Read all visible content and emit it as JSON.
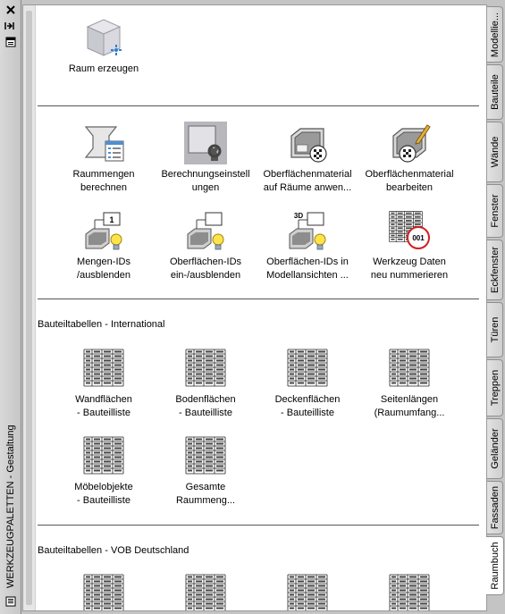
{
  "palette": {
    "title": "WERKZEUGPALETTEN - Gestaltung"
  },
  "tabs": [
    {
      "label": "Modellie...",
      "active": false
    },
    {
      "label": "Bauteile",
      "active": false
    },
    {
      "label": "Wände",
      "active": false
    },
    {
      "label": "Fenster",
      "active": false
    },
    {
      "label": "Eckfenster",
      "active": false
    },
    {
      "label": "Türen",
      "active": false
    },
    {
      "label": "Treppen",
      "active": false
    },
    {
      "label": "Geländer",
      "active": false
    },
    {
      "label": "Fassaden",
      "active": false
    },
    {
      "label": "Raumbuch",
      "active": true
    }
  ],
  "section1": {
    "tools": [
      {
        "label": "Raum erzeugen",
        "icon": "space-cube-icon"
      }
    ]
  },
  "section2": {
    "tools": [
      {
        "label": "Raummengen\nberechnen",
        "icon": "space-calculation-icon"
      },
      {
        "label": "Berechnungseinstell\nungen",
        "icon": "calculation-settings-icon"
      },
      {
        "label": "Oberflächenmaterial\nauf Räume anwen...",
        "icon": "apply-surface-material-icon"
      },
      {
        "label": "Oberflächenmaterial\nbearbeiten",
        "icon": "edit-surface-material-icon"
      },
      {
        "label": "Mengen-IDs\n/ausblenden",
        "icon": "quantity-ids-icon",
        "badge": "1"
      },
      {
        "label": "Oberflächen-IDs\nein-/ausblenden",
        "icon": "surface-ids-icon",
        "badge": ""
      },
      {
        "label": "Oberflächen-IDs in\nModellansichten ...",
        "icon": "surface-ids-3d-icon",
        "badge": "3D"
      },
      {
        "label": "Werkzeug Daten\nneu nummerieren",
        "icon": "renumber-data-icon",
        "badge": "001"
      }
    ]
  },
  "section3": {
    "heading": "Bauteiltabellen - International",
    "tools": [
      {
        "label": "Wandflächen\n- Bauteilliste",
        "icon": "schedule-table-icon"
      },
      {
        "label": "Bodenflächen\n- Bauteilliste",
        "icon": "schedule-table-icon"
      },
      {
        "label": "Deckenflächen\n- Bauteilliste",
        "icon": "schedule-table-icon"
      },
      {
        "label": "Seitenlängen\n(Raumumfang...",
        "icon": "schedule-table-icon"
      },
      {
        "label": "Möbelobjekte\n- Bauteilliste",
        "icon": "schedule-table-icon"
      },
      {
        "label": "Gesamte\nRaummeng...",
        "icon": "schedule-table-icon"
      }
    ]
  },
  "section4": {
    "heading": "Bauteiltabellen - VOB Deutschland",
    "tools": [
      {
        "label": "",
        "icon": "schedule-table-icon"
      },
      {
        "label": "",
        "icon": "schedule-table-icon"
      },
      {
        "label": "",
        "icon": "schedule-table-icon"
      },
      {
        "label": "",
        "icon": "schedule-table-icon"
      }
    ]
  },
  "colors": {
    "panel_bg": "#ffffff",
    "chrome_bg": "#c4c4c4",
    "separator": "#555555",
    "badge_red": "#d22020"
  }
}
